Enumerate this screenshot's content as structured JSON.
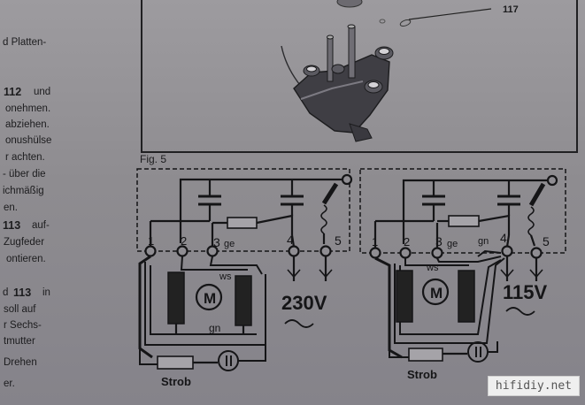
{
  "left_column": [
    "d Platten-",
    "112",
    "und",
    "onehmen.",
    "abziehen.",
    "onushülse",
    "r achten.",
    "- über die",
    "ichmäßig",
    "en.",
    "113",
    "auf-",
    "Zugfeder",
    "ontieren.",
    "d",
    "113",
    "in",
    "soll auf",
    "r Sechs-",
    "tmutter",
    "Drehen",
    "er."
  ],
  "top_figure": {
    "callout": "117"
  },
  "fig5": {
    "caption": "Fig. 5",
    "left": {
      "terminals": [
        "1",
        "2",
        "3",
        "4",
        "5"
      ],
      "ge": "ge",
      "ws": "ws",
      "gn": "gn",
      "motor": "M",
      "voltage": "230V",
      "strob": "Strob"
    },
    "right": {
      "terminals": [
        "1",
        "2",
        "3",
        "4",
        "5"
      ],
      "ge": "ge",
      "gn": "gn",
      "ws": "ws",
      "motor": "M",
      "voltage": "115V",
      "strob": "Strob"
    }
  },
  "watermark": "hifidiy.net"
}
